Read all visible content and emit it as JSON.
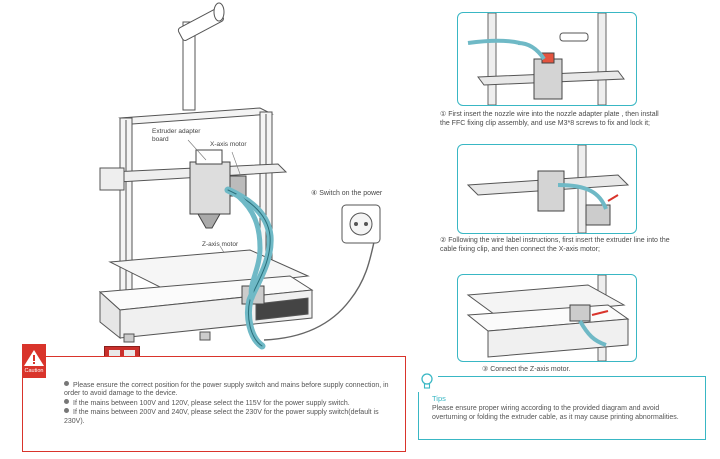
{
  "main_figure": {
    "label_extruder": "Extruder adapter board",
    "label_x_motor": "X-axis motor",
    "label_z_motor": "Z-axis motor"
  },
  "switch_step": "④ Switch on the power",
  "steps": [
    "① First insert the nozzle wire into the nozzle adapter plate , then install the FFC fixing clip assembly, and use M3*8 screws to fix and lock it;",
    "② Following the wire label instructions, first insert the extruder line into the cable fixing clip, and then connect the X-axis motor;",
    "③ Connect the Z-axis motor."
  ],
  "caution": {
    "title": "Caution",
    "items": [
      "Please ensure the correct position for the power supply switch and mains before supply connection, in order to avoid damage to the device.",
      "If the mains between 100V and 120V, please select the 115V for the power supply switch.",
      "If the mains between 200V and 240V, please select the 230V for the power supply switch(default is 230V)."
    ]
  },
  "tips": {
    "title": "Tips",
    "text": "Please ensure proper wiring according to the provided diagram and avoid overturning or folding the extruder cable, as it may cause printing abnormalities."
  },
  "colors": {
    "accent": "#39b7c4",
    "caution": "#d9342b",
    "cable": "#6fb9c6",
    "line": "#555555"
  }
}
